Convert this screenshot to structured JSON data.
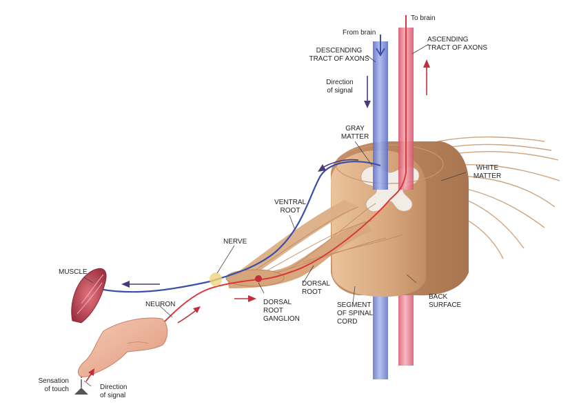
{
  "colors": {
    "background": "#ffffff",
    "motor_axon": "#3a4fa8",
    "sensory_axon": "#d93838",
    "descending_tract": "#7b8fd6",
    "ascending_tract": "#e7808b",
    "cord_tissue": "#e0b48c",
    "gray_matter": "#f2ece6",
    "muscle": "#c4505c",
    "skin": "#f0b59a",
    "label_text": "#222222",
    "arrow_dark": "#4a3a7a",
    "arrow_red": "#c0303a"
  },
  "labels": {
    "to_brain": "To brain",
    "from_brain": "From brain",
    "descending_tract": "DESCENDING\nTRACT OF AXONS",
    "ascending_tract": "ASCENDING\nTRACT OF AXONS",
    "direction_of_signal_top": "Direction\nof signal",
    "gray_matter": "GRAY\nMATTER",
    "white_matter": "WHITE\nMATTER",
    "ventral_root": "VENTRAL\nROOT",
    "nerve": "NERVE",
    "muscle": "MUSCLE",
    "neuron": "NEURON",
    "dorsal_root": "DORSAL\nROOT",
    "dorsal_root_ganglion": "DORSAL\nROOT\nGANGLION",
    "segment_of_spinal_cord": "SEGMENT\nOF SPINAL\nCORD",
    "back_surface": "BACK\nSURFACE",
    "sensation_of_touch": "Sensation\nof touch",
    "direction_of_signal_bottom": "Direction\nof signal"
  },
  "icons": [
    "spinal-cord-segment",
    "muscle",
    "finger",
    "touch-stimulus"
  ]
}
